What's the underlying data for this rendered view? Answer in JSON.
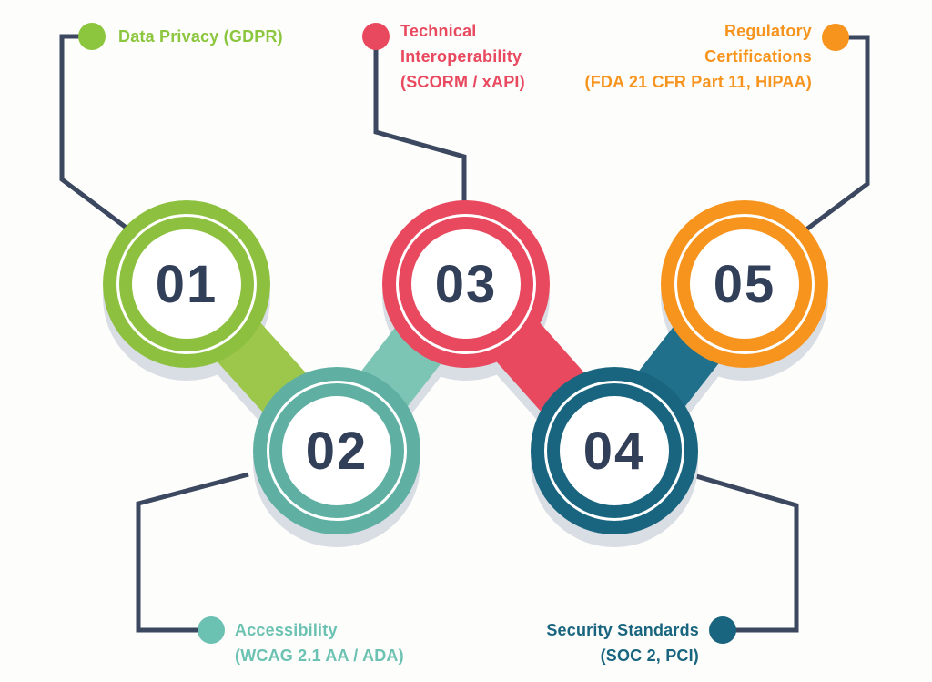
{
  "theme": {
    "background": "#FDFDFB",
    "line-color": "#3C485F",
    "number-color": "#323F58",
    "shadow-color": "#D9DDE4"
  },
  "steps": [
    {
      "number": "01",
      "label": "Data Privacy (GDPR)",
      "lines": [
        "Data Privacy (GDPR)"
      ],
      "color": "#8DC03F",
      "highlight": "#AFD468",
      "tint": "#E1EEC3",
      "label_color": "#8CC63E"
    },
    {
      "number": "02",
      "label": "Accessibility (WCAG 2.1 AA / ADA)",
      "lines": [
        "Accessibility",
        "(WCAG 2.1 AA / ADA)"
      ],
      "color": "#5FB0A3",
      "highlight": "#8FC9BE",
      "tint": "#D5EBE5",
      "label_color": "#6CC2B2"
    },
    {
      "number": "03",
      "label": "Technical Interoperability (SCORM / xAPI)",
      "lines": [
        "Technical",
        "Interoperability",
        "(SCORM / xAPI)"
      ],
      "color": "#E8495F",
      "highlight": "#EF7A8C",
      "tint": "#F5B3BE",
      "label_color": "#E8495F"
    },
    {
      "number": "04",
      "label": "Security Standards (SOC 2, PCI)",
      "lines": [
        "Security Standards",
        "(SOC 2, PCI)"
      ],
      "color": "#19657F",
      "highlight": "#4F93A9",
      "tint": "#BED8E1",
      "label_color": "#19657F"
    },
    {
      "number": "05",
      "label": "Regulatory Certifications (FDA 21 CFR Part 11, HIPAA)",
      "lines": [
        "Regulatory",
        "Certifications",
        "(FDA 21 CFR Part 11, HIPAA)"
      ],
      "color": "#F7941E",
      "highlight": "#F9B159",
      "tint": "#FBDFB6",
      "label_color": "#F7941E"
    }
  ],
  "bands": [
    {
      "from": "01",
      "to": "02",
      "color": "#9CC74B"
    },
    {
      "from": "02",
      "to": "03",
      "color": "#7CC4B4"
    },
    {
      "from": "03",
      "to": "04",
      "color": "#E8495F"
    },
    {
      "from": "04",
      "to": "05",
      "color": "#20708C"
    }
  ]
}
